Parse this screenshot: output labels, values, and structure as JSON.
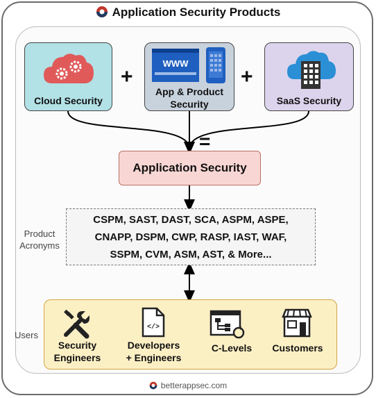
{
  "title": "Application Security Products",
  "top_boxes": {
    "cloud": {
      "label": "Cloud Security",
      "icon": "cloud-gears-icon",
      "color": "#b2e1e6"
    },
    "app": {
      "line1": "App & Product",
      "line2": "Security",
      "icon": "browser-and-phone-icon",
      "color": "#c8d2dd"
    },
    "saas": {
      "label": "SaaS Security",
      "icon": "cloud-building-icon",
      "color": "#dcd4ec"
    }
  },
  "operators": {
    "plus": "+",
    "equals": "="
  },
  "browser_text": "WWW",
  "center": {
    "label": "Application Security",
    "color": "#f8d6d3"
  },
  "acronyms": {
    "side_label_1": "Product",
    "side_label_2": "Acronyms",
    "line1": "CSPM, SAST, DAST, SCA, ASPM, ASPE,",
    "line2": "CNAPP, DSPM, CWP, RASP, IAST, WAF,",
    "line3": "SSPM, CVM, ASM, AST, & More..."
  },
  "users": {
    "side_label": "Users",
    "color": "#fbefc4",
    "items": [
      {
        "line1": "Security",
        "line2": "Engineers",
        "icon": "tools-icon"
      },
      {
        "line1": "Developers",
        "line2": "+ Engineers",
        "icon": "code-file-icon"
      },
      {
        "line1": "C-Levels",
        "line2": "",
        "icon": "org-chart-icon"
      },
      {
        "line1": "Customers",
        "line2": "",
        "icon": "storefront-icon"
      }
    ]
  },
  "footer": "betterappsec.com"
}
